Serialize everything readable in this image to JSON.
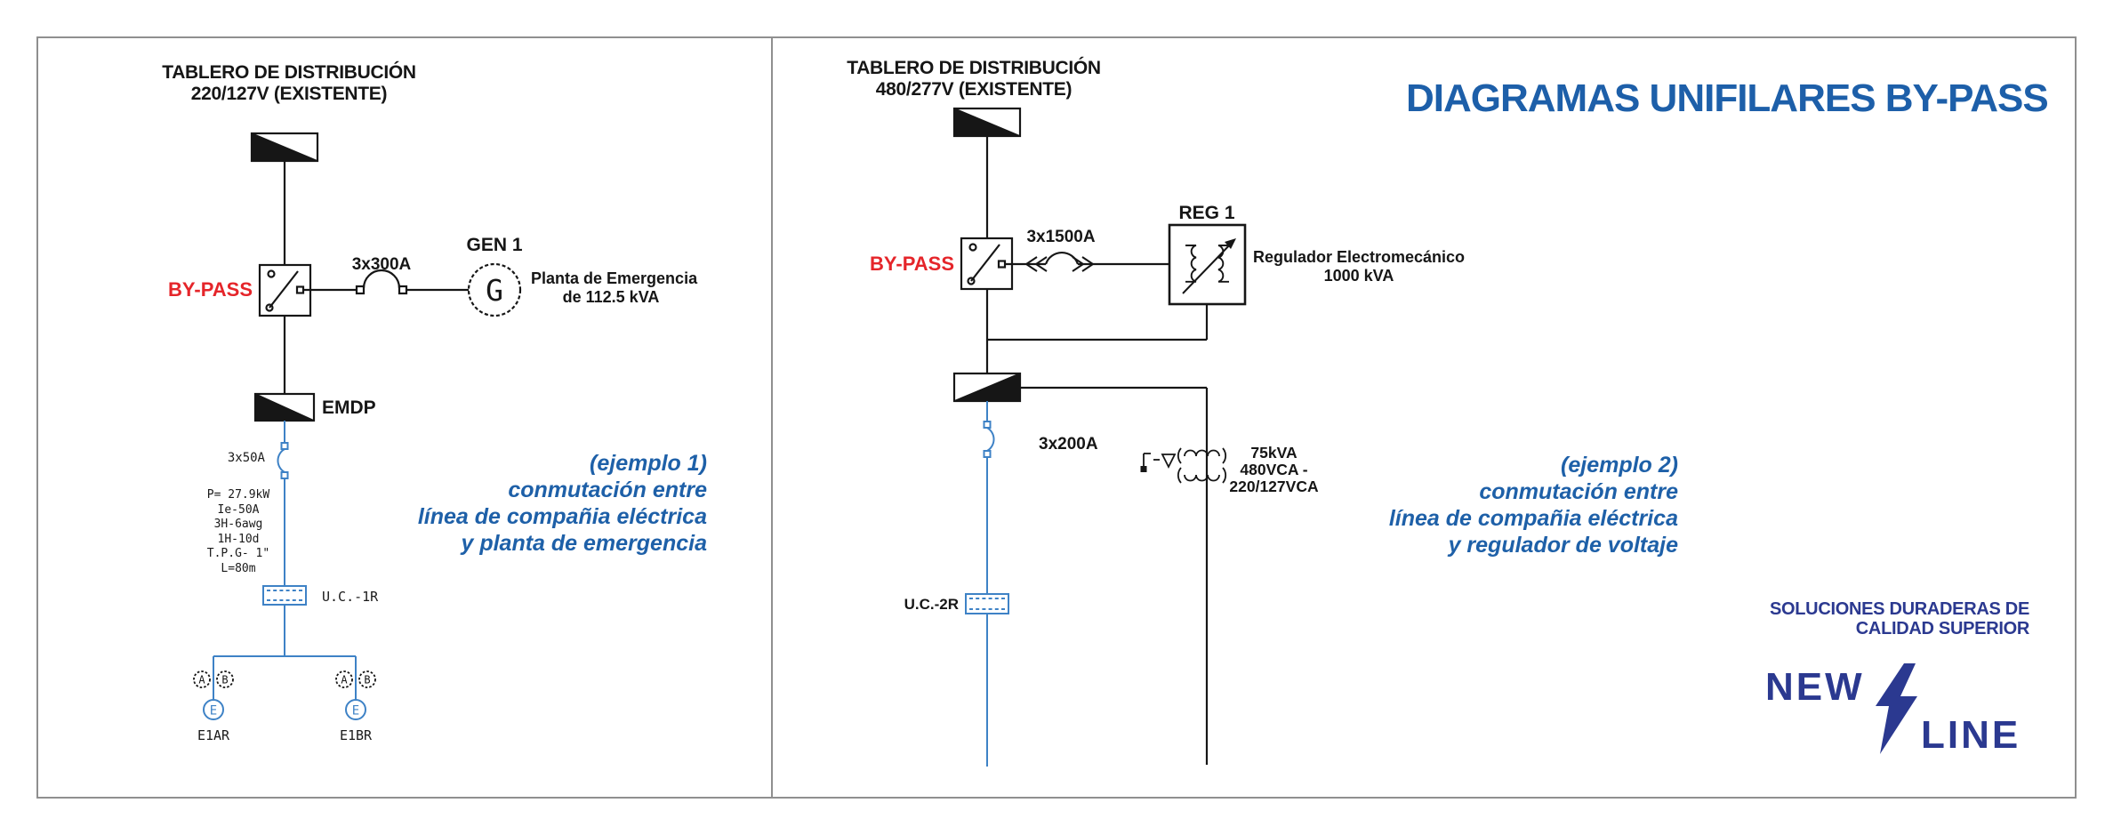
{
  "header": {
    "title": "DIAGRAMAS UNIFILARES BY-PASS",
    "tagline_line1": "SOLUCIONES DURADERAS DE",
    "tagline_line2": "CALIDAD SUPERIOR"
  },
  "logo": {
    "word_new": "NEW",
    "word_line": "LINE",
    "bolt_icon": "lightning-bolt"
  },
  "colors": {
    "accent_blue": "#1d5fa9",
    "navy": "#2b3990",
    "line_blue": "#3e82c6",
    "bypass_red": "#e5252a",
    "ink": "#161616",
    "border_gray": "#8f8f8f"
  },
  "example1": {
    "board_title_line1": "TABLERO DE DISTRIBUCIÓN",
    "board_title_line2": "220/127V (EXISTENTE)",
    "bypass_label": "BY-PASS",
    "transfer_breaker_rating": "3x300A",
    "generator_tag": "GEN 1",
    "generator_symbol_letter": "G",
    "generator_desc_line1": "Planta de Emergencia",
    "generator_desc_line2": "de 112.5 kVA",
    "subpanel_tag": "EMDP",
    "feeder_breaker_rating": "3x50A",
    "spec_line1": "P= 27.9kW",
    "spec_line2": "Ie-50A",
    "spec_line3": "3H-6awg",
    "spec_line4": "1H-10d",
    "spec_line5": "T.P.G- 1\"",
    "spec_line6": "L=80m",
    "control_unit_tag": "U.C.-1R",
    "phase_a_letter": "A",
    "phase_b_letter": "B",
    "equip_letter": "E",
    "load1_tag": "E1AR",
    "load2_tag": "E1BR",
    "caption_line1": "(ejemplo 1)",
    "caption_line2": "conmutación entre",
    "caption_line3": "línea de compañia eléctrica",
    "caption_line4": "y planta de emergencia"
  },
  "example2": {
    "board_title_line1": "TABLERO DE DISTRIBUCIÓN",
    "board_title_line2": "480/277V (EXISTENTE)",
    "bypass_label": "BY-PASS",
    "transfer_breaker_rating": "3x1500A",
    "regulator_tag": "REG 1",
    "regulator_desc_line1": "Regulador Electromecánico",
    "regulator_desc_line2": "1000 kVA",
    "feeder_breaker_rating": "3x200A",
    "transformer_line1": "75kVA",
    "transformer_line2": "480VCA -",
    "transformer_line3": "220/127VCA",
    "control_unit_tag": "U.C.-2R",
    "caption_line1": "(ejemplo 2)",
    "caption_line2": "conmutación entre",
    "caption_line3": "línea de compañia eléctrica",
    "caption_line4": "y regulador de voltaje"
  }
}
